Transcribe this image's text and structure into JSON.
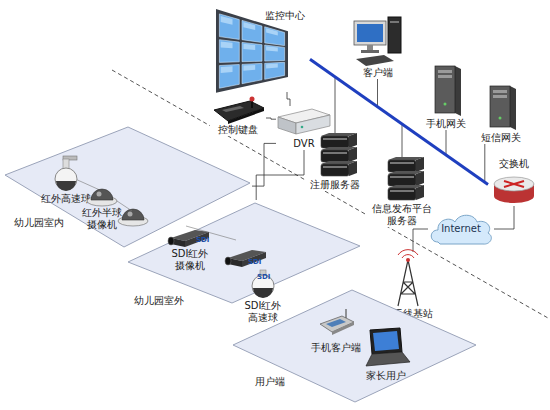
{
  "diagram": {
    "nodes": [
      {
        "text": [
          "监控中心"
        ]
      },
      {
        "text": [
          "客户端"
        ]
      },
      {
        "text": [
          "控制键盘"
        ]
      },
      {
        "text": [
          "DVR"
        ]
      },
      {
        "text": [
          "注册服务器"
        ]
      },
      {
        "text": [
          "信息发布平台 服务器"
        ]
      },
      {
        "text": [
          "手机网关"
        ]
      },
      {
        "text": [
          "短信网关"
        ]
      },
      {
        "text": [
          "交换机"
        ]
      },
      {
        "text": [
          "Internet"
        ]
      },
      {
        "text": [
          "无线基站"
        ]
      },
      {
        "text": [
          "幼儿园室内"
        ]
      },
      {
        "text": [
          "红外高速球"
        ],
        "in": 11
      },
      {
        "text": [
          "红外半球 摄像机"
        ],
        "in": 11
      },
      {
        "text": [
          "幼儿园室外"
        ]
      },
      {
        "text": [
          "SDI红外 摄像机"
        ],
        "in": 14
      },
      {
        "text": [
          "SDI红外 高速球"
        ],
        "in": 14
      },
      {
        "text": [
          "用户端"
        ]
      },
      {
        "text": [
          "手机客户端"
        ],
        "in": 17
      },
      {
        "text": [
          "家长用户"
        ],
        "in": 17
      }
    ],
    "edges": [
      {
        "from": 3,
        "to": 0,
        "arrow": "none"
      },
      {
        "from": 2,
        "to": 3,
        "arrow": "none"
      },
      {
        "from": 3,
        "to": 11,
        "arrow": "none"
      },
      {
        "from": 3,
        "to": 14,
        "arrow": "none"
      },
      {
        "from": 1,
        "to": 8,
        "arrow": "none"
      },
      {
        "from": 4,
        "to": 8,
        "arrow": "none"
      },
      {
        "from": 5,
        "to": 8,
        "arrow": "none"
      },
      {
        "from": 6,
        "to": 8,
        "arrow": "none"
      },
      {
        "from": 7,
        "to": 8,
        "arrow": "none"
      },
      {
        "from": 0,
        "to": 8,
        "arrow": "none"
      },
      {
        "from": 8,
        "to": 9,
        "arrow": "none"
      },
      {
        "from": 9,
        "to": 10,
        "arrow": "none"
      }
    ],
    "labels": [
      "SDI",
      "SDI",
      "SDI"
    ]
  }
}
